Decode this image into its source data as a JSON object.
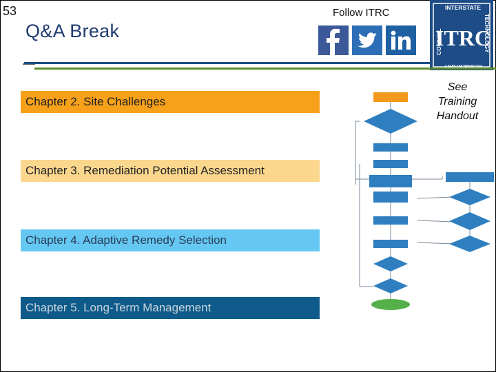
{
  "slide_number": "53",
  "title": "Q&A Break",
  "follow": {
    "label": "Follow ITRC",
    "icons": [
      "facebook-icon",
      "twitter-icon",
      "linkedin-icon"
    ]
  },
  "logo": {
    "top": "INTERSTATE",
    "right": "TECHNOLOGY",
    "bottom": "REGULATORY",
    "left": "COUNCIL",
    "center": "ITRC"
  },
  "chapters": [
    {
      "label": "Chapter 2. Site Challenges",
      "color": "#f7a11a"
    },
    {
      "label": "Chapter 3. Remediation Potential Assessment",
      "color": "#fbd78e"
    },
    {
      "label": "Chapter 4. Adaptive Remedy Selection",
      "color": "#64c8f3"
    },
    {
      "label": "Chapter 5. Long-Term Management",
      "color": "#0e5b8b"
    }
  ],
  "side_note": [
    "See",
    "Training",
    "Handout"
  ],
  "colors": {
    "brand_blue": "#1d4c86",
    "rule_green": "#5a8a2a",
    "flow_blue": "#2f7fc0",
    "flow_orange": "#f39a1e",
    "flow_green": "#55b04a"
  }
}
